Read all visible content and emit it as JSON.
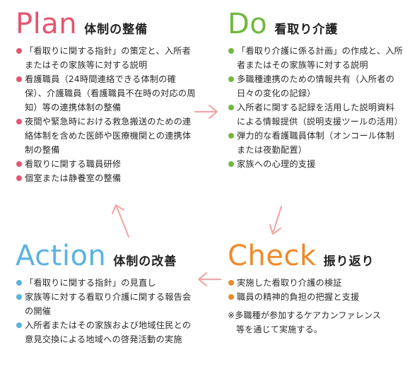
{
  "colors": {
    "plan": "#e4566f",
    "do": "#72b73f",
    "check": "#ef8a2a",
    "action": "#5bb3e0",
    "arrow": "#f0a9a9"
  },
  "plan": {
    "label": "Plan",
    "subtitle": "体制の整備",
    "items": [
      "「看取りに関する指針」の策定と、入所者またはその家族等に対する説明",
      "看護職員（24時間連絡できる体制の確保）、介護職員（看護職員不在時の対応の周知）等の連携体制の整備",
      "夜間や緊急時における救急搬送のための連絡体制を含めた医師や医療機関との連携体制の整備",
      "看取りに関する職員研修",
      "個室または静養室の整備"
    ]
  },
  "do": {
    "label": "Do",
    "subtitle": "看取り介護",
    "items": [
      "「看取り介護に係る計画」の作成と、入所者またはその家族等に対する説明",
      "多職種連携のための情報共有（入所者の日々の変化の記録）",
      "入所者に関する記録を活用した説明資料による情報提供（説明支援ツールの活用）",
      "弾力的な看護職員体制（オンコール体制または夜勤配置）",
      "家族への心理的支援"
    ]
  },
  "check": {
    "label": "Check",
    "subtitle": "振り返り",
    "items": [
      "実施した看取り介護の検証",
      "職員の精神的負担の把握と支援"
    ],
    "note_line1": "※多職種が参加するケアカンファレンス",
    "note_line2": "等を通じて実施する。"
  },
  "action": {
    "label": "Action",
    "subtitle": "体制の改善",
    "items": [
      "「看取りに関する指針」の見直し",
      "家族等に対する看取り介護に関する報告会の開催",
      "入所者またはその家族および地域住民との意見交換による地域への啓発活動の実施"
    ]
  }
}
